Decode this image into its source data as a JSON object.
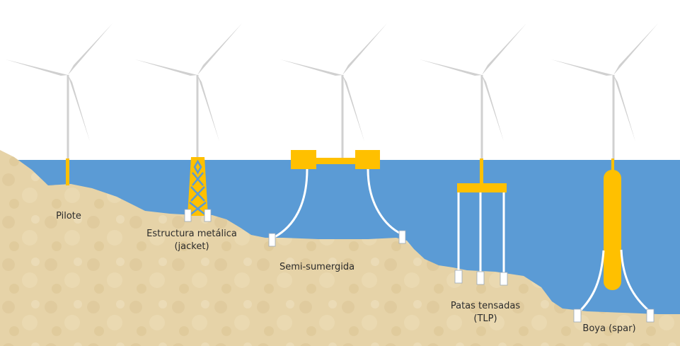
{
  "colors": {
    "sky": "#ffffff",
    "sea": "#5b9bd5",
    "seabed": "#e6d3a8",
    "seabed_shade": "#d8c291",
    "foundation": "#ffc000",
    "turbine": "#d0d0d0",
    "mooring": "#ffffff",
    "anchor_fill": "#ffffff",
    "anchor_stroke": "#9aa8b8",
    "label_text": "#2b2b2b"
  },
  "foundations": [
    {
      "id": "pilote",
      "label": "Pilote",
      "type": "monopile",
      "anchors": 0
    },
    {
      "id": "jacket",
      "label": "Estructura metálica",
      "sublabel": "(jacket)",
      "type": "jacket",
      "anchors": 2
    },
    {
      "id": "semi",
      "label": "Semi-sumergida",
      "type": "semi-submersible",
      "anchors": 2
    },
    {
      "id": "tlp",
      "label": "Patas tensadas",
      "sublabel": "(TLP)",
      "type": "tension-leg",
      "anchors": 3
    },
    {
      "id": "spar",
      "label": "Boya (spar)",
      "type": "spar-buoy",
      "anchors": 2
    }
  ]
}
